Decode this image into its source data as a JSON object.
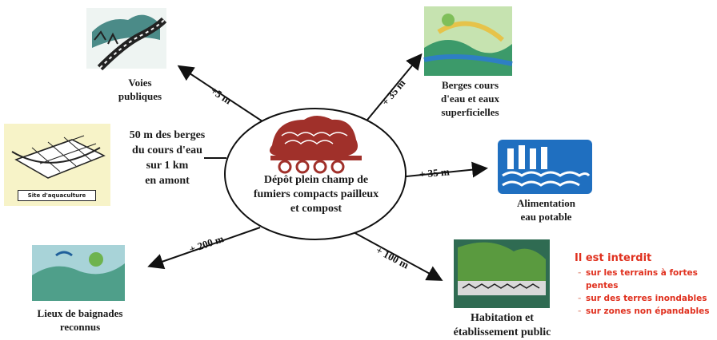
{
  "center": {
    "label_line1": "Dépôt plein champ de",
    "label_line2": "fumiers compacts pailleux",
    "label_line3": "et compost"
  },
  "nodes": {
    "voies": {
      "line1": "Voies",
      "line2": "publiques"
    },
    "berges": {
      "line1": "Berges cours",
      "line2": "d'eau et eaux",
      "line3": "superficielles"
    },
    "amont": {
      "line1": "50 m des berges",
      "line2": "du cours d'eau",
      "line3": "sur 1 km",
      "line4": "en amont"
    },
    "aquaculture_tag": "Site d'aquaculture",
    "alimentation": {
      "line1": "Alimentation",
      "line2": "eau potable"
    },
    "baignade": {
      "line1": "Lieux de baignades",
      "line2": "reconnus"
    },
    "habitation": {
      "line1": "Habitation et",
      "line2": "établissement public"
    }
  },
  "distances": {
    "voies": "+5 m",
    "berges": "+ 35 m",
    "alimentation": "+ 35 m",
    "baignade": "+ 200 m",
    "habitation": "+ 100 m"
  },
  "interdit": {
    "title": "Il est interdit",
    "items": [
      "sur les terrains à fortes pentes",
      "sur des terres inondables",
      "sur zones non épandables"
    ]
  },
  "colors": {
    "logo": "#a0302a",
    "water_blue": "#1f6fc0",
    "alert_red": "#e0301e",
    "arrow": "#111111"
  }
}
